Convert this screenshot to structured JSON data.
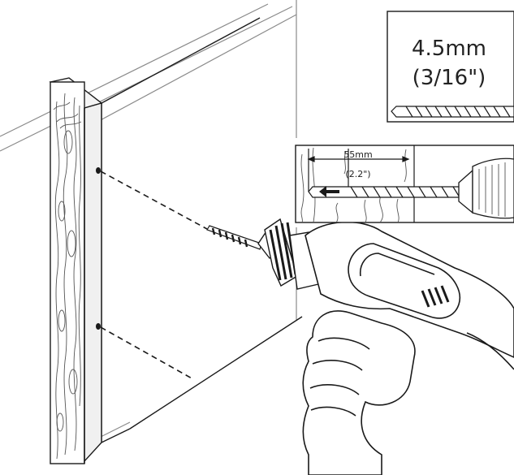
{
  "bit_size": {
    "metric": "4.5mm",
    "imperial": "(3/16\")"
  },
  "depth": {
    "metric": "55mm",
    "imperial": "(2.2\")"
  },
  "colors": {
    "line": "#1a1a1a",
    "frame": "#666666",
    "wall": "#8a8a8a"
  }
}
